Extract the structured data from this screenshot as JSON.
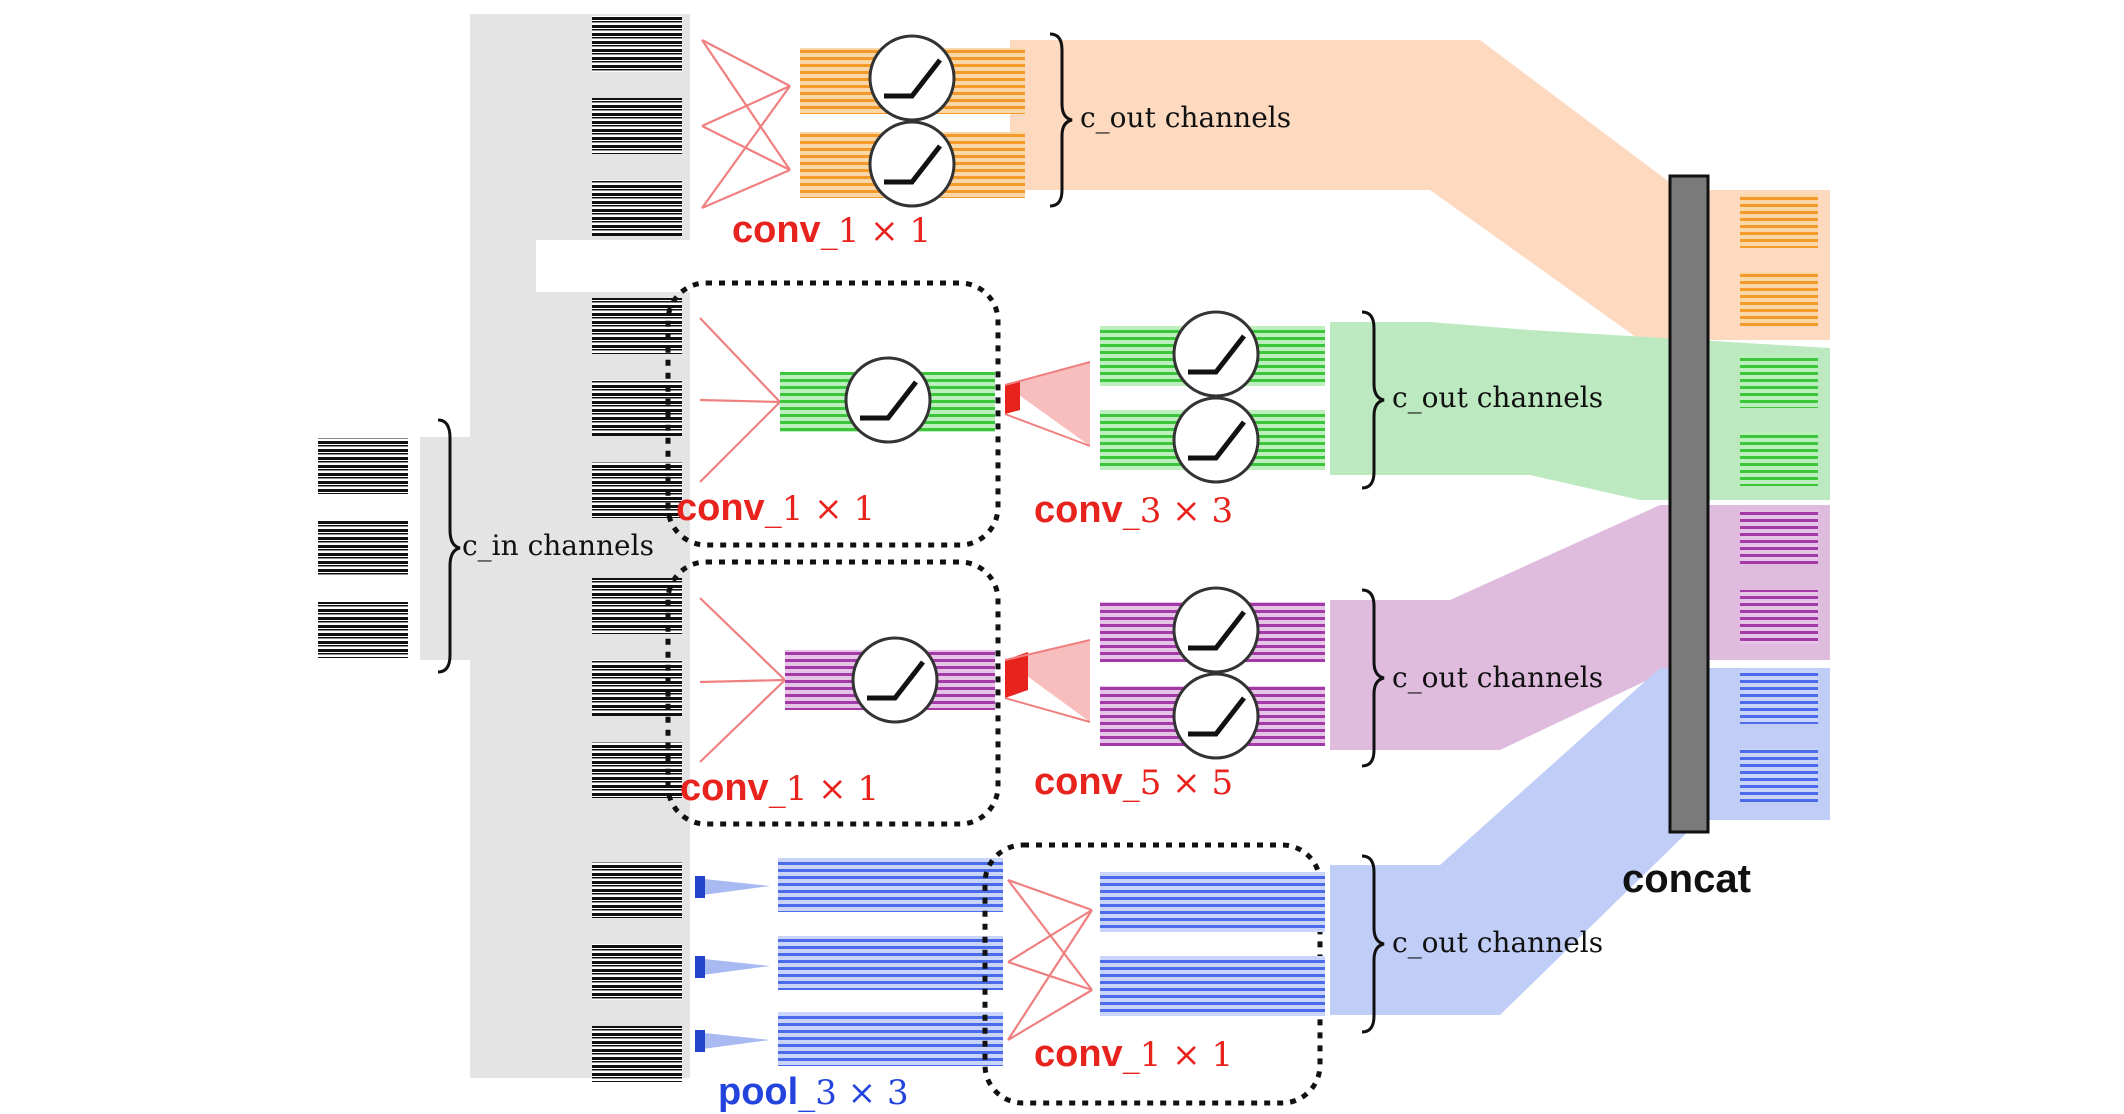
{
  "labels": {
    "cin": "c_in channels",
    "cout1": "c_out channels",
    "cout2": "c_out channels",
    "cout3": "c_out channels",
    "cout4": "c_out channels",
    "conv1_b1_name": "conv",
    "conv1_b1_dim": "_1 × 1",
    "conv1_b2_name": "conv",
    "conv1_b2_dim": "_1 × 1",
    "conv3_name": "conv",
    "conv3_dim": "_3 × 3",
    "conv1_b3_name": "conv",
    "conv1_b3_dim": "_1 × 1",
    "conv5_name": "conv",
    "conv5_dim": "_5 × 5",
    "pool_name": "pool",
    "pool_dim": "_3 × 3",
    "conv1_b4_name": "conv",
    "conv1_b4_dim": "_1 × 1",
    "concat": "concat"
  },
  "colors": {
    "input": "#111111",
    "orange": "#f39a2b",
    "orange_band": "#fcd9bf",
    "green": "#3cc63c",
    "green_band": "#bde9c0",
    "purple": "#a43aa8",
    "purple_band": "#dfbcde",
    "blue": "#4b6be8",
    "blue_band": "#c0cdf6",
    "red": "#e8221c",
    "gray_band": "#e4e4e4",
    "concat_bar": "#7a7a7a"
  }
}
